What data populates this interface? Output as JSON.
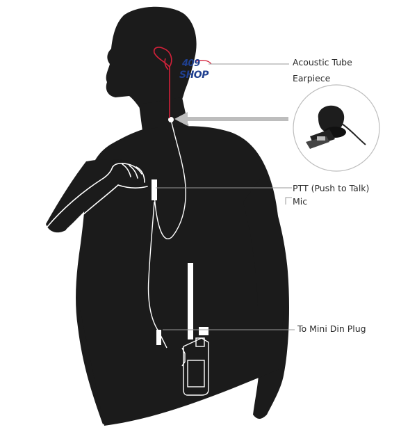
{
  "labels": {
    "acoustic_tube": "Acoustic Tube",
    "earpiece": "Earpiece",
    "ptt": "PTT (Push to Talk)",
    "mic": "Mic",
    "mini_din": "To Mini Din Plug"
  },
  "logo": {
    "number": "409",
    "shop": "SHOP"
  },
  "colors": {
    "silhouette": "#1b1b1b",
    "cable": "#ffffff",
    "tube": "#d4213a",
    "leader": "#9a9a9a",
    "arrow": "#bdbdbd",
    "logo": "#1f3f8f"
  }
}
